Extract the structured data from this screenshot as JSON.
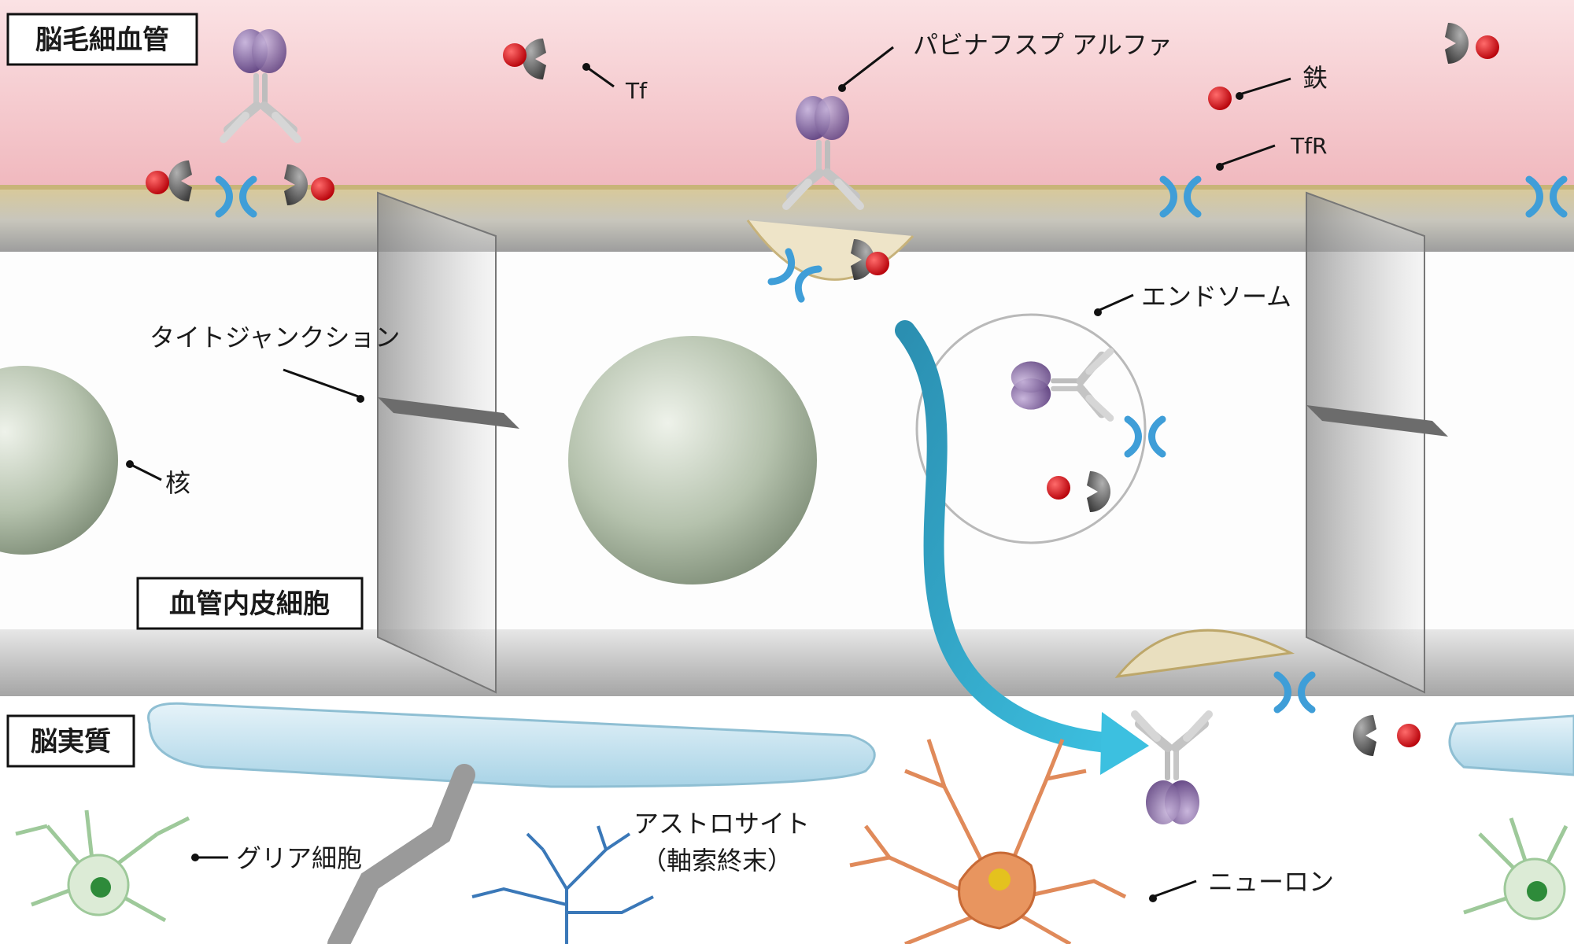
{
  "labels": {
    "brain_capillary": "脳毛細血管",
    "tf": "Tf",
    "pabinafusp_alfa": "パビナフスプ アルファ",
    "iron": "鉄",
    "tfr": "TfR",
    "endosome": "エンドソーム",
    "tight_junction": "タイトジャンクション",
    "nucleus": "核",
    "endothelial_cell": "血管内皮細胞",
    "brain_parenchyma": "脳実質",
    "astrocyte": "アストロサイト",
    "axon_terminal": "（軸索終末）",
    "glial_cell": "グリア細胞",
    "neuron": "ニューロン"
  },
  "colors": {
    "blood": "#f3c4c8",
    "membrane": "#c9b98a",
    "cell_body": "#ffffff",
    "nucleus": "#a9b8a4",
    "iron": "#e0121a",
    "transferrin": "#5a5a5a",
    "receptor": "#3f9ed8",
    "antibody_fab": "#7a5a9a",
    "antibody_fc": "#c8c8c8",
    "arrow": "#2aa0c0",
    "astrocyte": "#bfe0ee",
    "neuron": "#e08a5a",
    "glial": "#b8d8b0"
  }
}
